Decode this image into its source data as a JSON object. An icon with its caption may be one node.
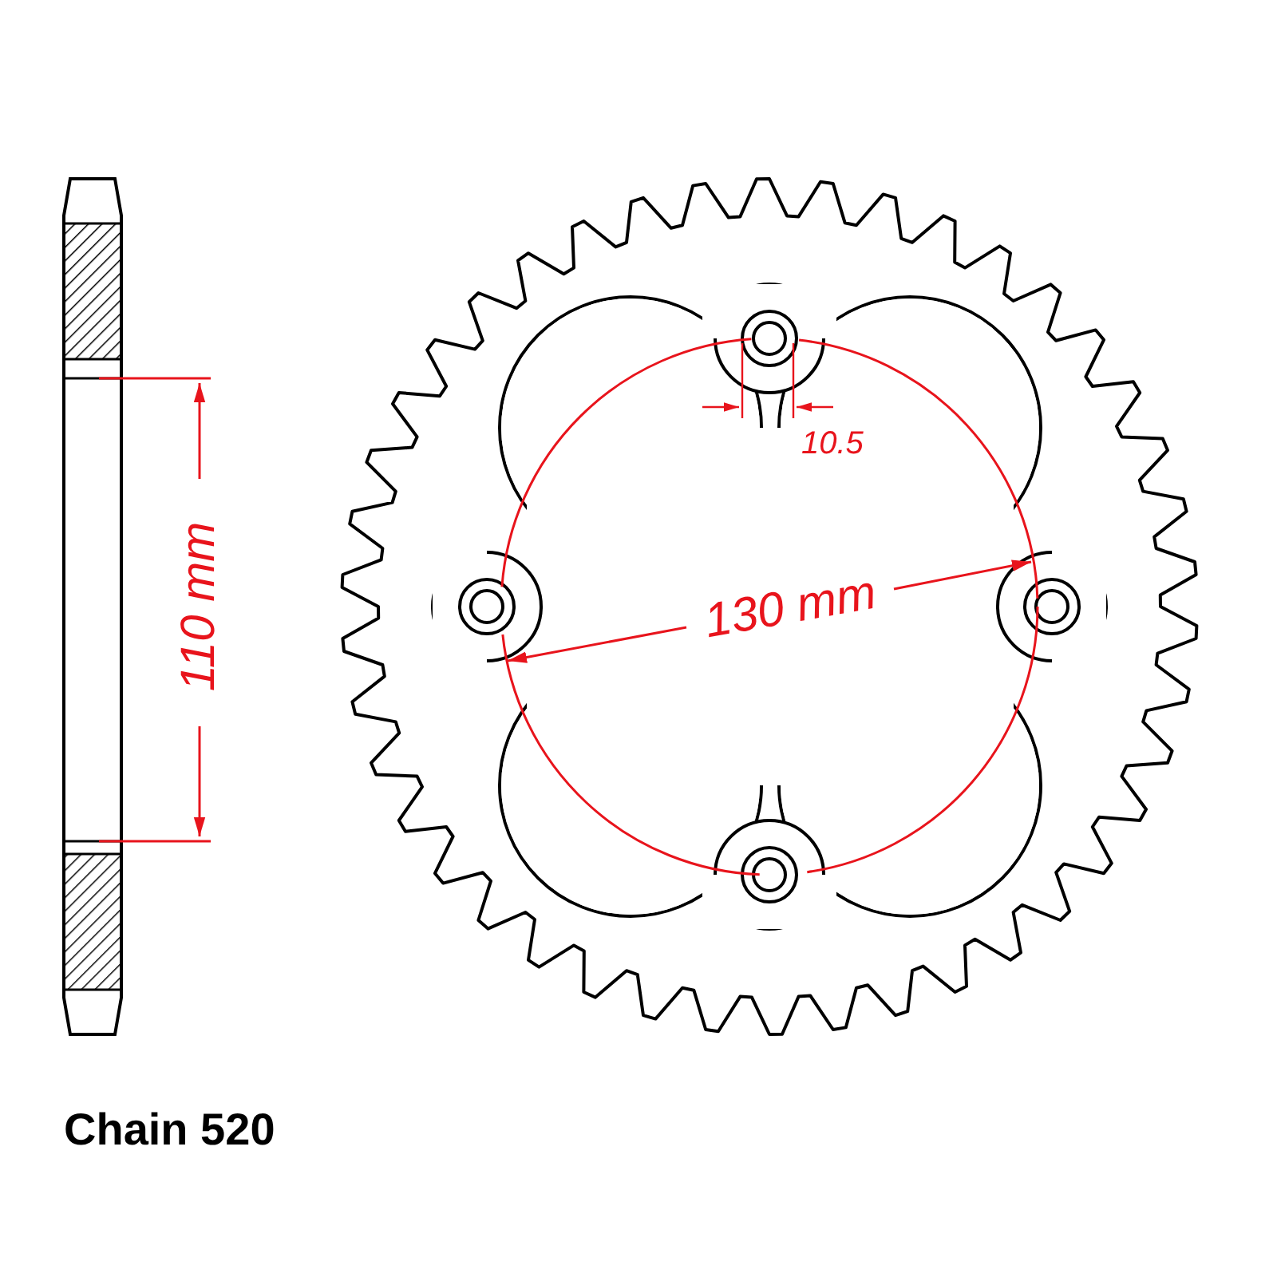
{
  "diagram": {
    "labels": [
      "10.5",
      "110 mm",
      "130 mm",
      "Chain 520"
    ]
  }
}
